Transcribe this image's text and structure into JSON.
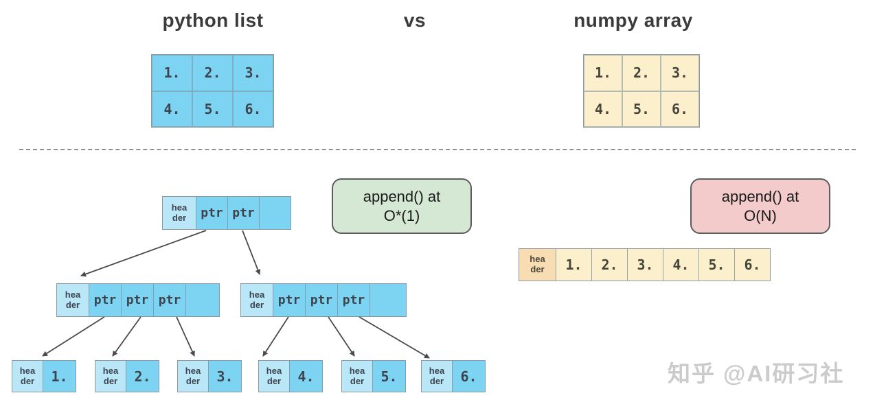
{
  "titles": {
    "left": "python list",
    "vs": "vs",
    "right": "numpy array"
  },
  "python_grid": {
    "cells": [
      "1.",
      "2.",
      "3.",
      "4.",
      "5.",
      "6."
    ]
  },
  "numpy_grid": {
    "cells": [
      "1.",
      "2.",
      "3.",
      "4.",
      "5.",
      "6."
    ]
  },
  "labels": {
    "header": "hea der",
    "ptr": "ptr"
  },
  "badges": {
    "list": {
      "line1": "append() at",
      "line2": "O*(1)"
    },
    "array": {
      "line1": "append() at",
      "line2": "O(N)"
    }
  },
  "tree": {
    "leaves": [
      {
        "value": "1."
      },
      {
        "value": "2."
      },
      {
        "value": "3."
      },
      {
        "value": "4."
      },
      {
        "value": "5."
      },
      {
        "value": "6."
      }
    ]
  },
  "numpy_flat": {
    "values": [
      "1.",
      "2.",
      "3.",
      "4.",
      "5.",
      "6."
    ]
  },
  "watermark": "知乎 @AI研习社",
  "colors": {
    "list_cell": "#7dd4f2",
    "list_header_cell": "#b9e7f8",
    "array_cell": "#fbf0cb",
    "array_header_cell": "#f8dcb2",
    "badge_list": "#d5e8d4",
    "badge_array": "#f3cbcb",
    "text_dark": "#3d444e",
    "arrow": "#4a4a4a"
  }
}
